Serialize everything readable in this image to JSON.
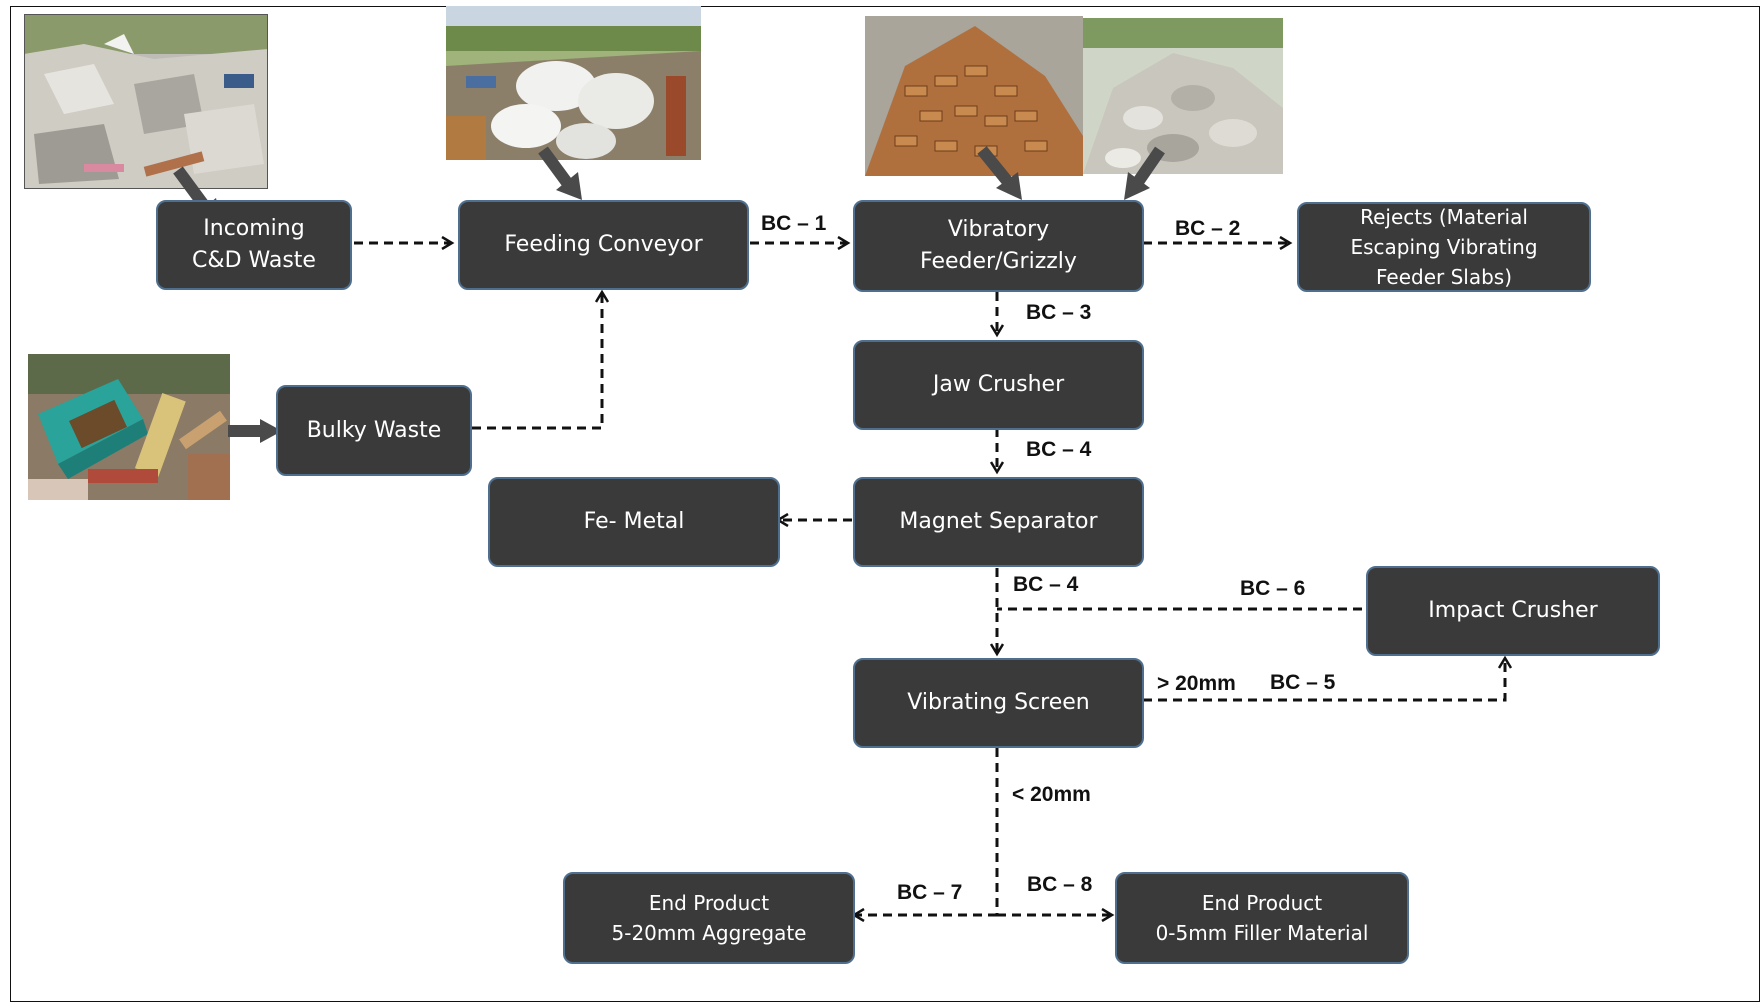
{
  "boxes": {
    "incoming": "Incoming\nC&D Waste",
    "feeding": "Feeding Conveyor",
    "vibratory": "Vibratory\nFeeder/Grizzly",
    "rejects": "Rejects (Material\nEscaping Vibrating\nFeeder Slabs)",
    "bulky": "Bulky Waste",
    "jaw": "Jaw Crusher",
    "fe": "Fe- Metal",
    "magnet": "Magnet Separator",
    "impact": "Impact Crusher",
    "screen": "Vibrating Screen",
    "end1": "End Product\n5-20mm Aggregate",
    "end2": "End Product\n0-5mm Filler Material"
  },
  "labels": {
    "bc1": "BC – 1",
    "bc2": "BC – 2",
    "bc3": "BC – 3",
    "bc4a": "BC – 4",
    "bc4b": "BC – 4",
    "bc6": "BC – 6",
    "gt20": "> 20mm",
    "bc5": "BC – 5",
    "lt20": "< 20mm",
    "bc7": "BC – 7",
    "bc8": "BC – 8"
  },
  "colors": {
    "box_fill": "#3a3a3a",
    "box_border": "#4f6f8f",
    "photo_arrow": "#4a4a4a"
  }
}
